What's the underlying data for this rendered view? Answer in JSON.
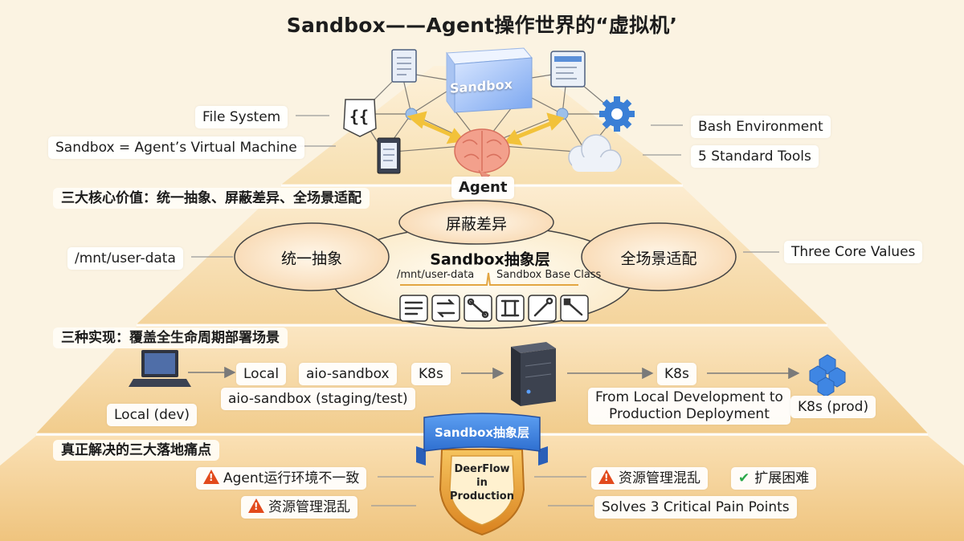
{
  "title": "Sandbox——Agent操作世界的“虚拟机’",
  "top": {
    "sandbox_cube": "Sandbox",
    "agent_label": "Agent",
    "file_system": "File System",
    "virtual_machine": "Sandbox = Agent’s Virtual Machine",
    "bash_environment": "Bash Environment",
    "standard_tools": "5 Standard Tools"
  },
  "values": {
    "heading": "三大核心价值：统一抽象、屏蔽差异、全场景适配",
    "unify": "统一抽象",
    "shield_diff": "屏蔽差异",
    "full_scene": "全场景适配",
    "layer": "Sandbox抽象层",
    "mnt_small": "/mnt/user-data",
    "base_class": "Sandbox Base Class",
    "mnt_left": "/mnt/user-data",
    "core_values": "Three Core Values"
  },
  "impl": {
    "heading": "三种实现：覆盖全生命周期部署场景",
    "local": "Local",
    "aio": "aio-sandbox",
    "k8s_a": "K8s",
    "k8s_b": "K8s",
    "aio_staging": "aio-sandbox (staging/test)",
    "local_dev": "Local (dev)",
    "local_to_prod_1": "From Local Development to",
    "local_to_prod_2": "Production Deployment",
    "k8s_prod": "K8s (prod)"
  },
  "pain": {
    "heading": "真正解决的三大落地痛点",
    "ribbon": "Sandbox抽象层",
    "shield_1": "DeerFlow",
    "shield_2": "in",
    "shield_3": "Production",
    "agent_env": "Agent运行环境不一致",
    "resource_left": "资源管理混乱",
    "resource_right": "资源管理混乱",
    "scale_hard": "扩展困难",
    "solves": "Solves 3 Critical Pain Points"
  },
  "colors": {
    "background": "#fbf3e2",
    "pyramid_light": "#fbe8c6",
    "pyramid_dark": "#f3cf92",
    "warning": "#e24a1c",
    "check": "#2aa84a",
    "shield_gold": "#e9a33a",
    "ribbon_blue": "#3f86e3",
    "cube_blue": "#6ea0ef",
    "brain_pink": "#f3a08c"
  },
  "icons": [
    "document-icon",
    "monitor-icon",
    "code-bracket-icon",
    "gear-icon",
    "cloud-icon",
    "clipboard-icon",
    "brain-icon",
    "laptop-icon",
    "server-icon",
    "cluster-icon",
    "warning-icon",
    "check-icon",
    "shield-icon",
    "tool-icons"
  ]
}
